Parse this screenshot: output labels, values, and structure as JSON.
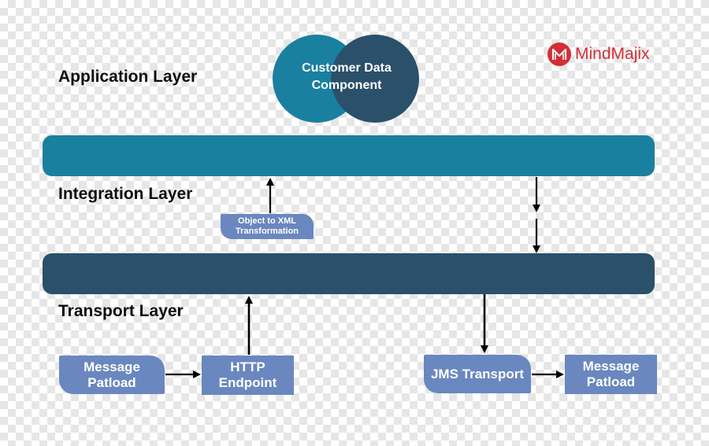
{
  "layers": {
    "application": "Application Layer",
    "integration": "Integration Layer",
    "transport": "Transport Layer"
  },
  "component": {
    "line1": "Customer Data",
    "line2": "Component"
  },
  "transformation": {
    "line1": "Object to XML",
    "line2": "Transformation"
  },
  "left_flow": {
    "message": {
      "line1": "Message",
      "line2": "Patload"
    },
    "endpoint": {
      "line1": "HTTP",
      "line2": "Endpoint"
    }
  },
  "right_flow": {
    "transport": "JMS Transport",
    "message": {
      "line1": "Message",
      "line2": "Patload"
    }
  },
  "brand": {
    "name": "MindMajix",
    "color": "#d32f35"
  },
  "colors": {
    "integration_bar": "#1a809f",
    "transport_bar": "#2b5069",
    "box": "#6a87bf"
  }
}
